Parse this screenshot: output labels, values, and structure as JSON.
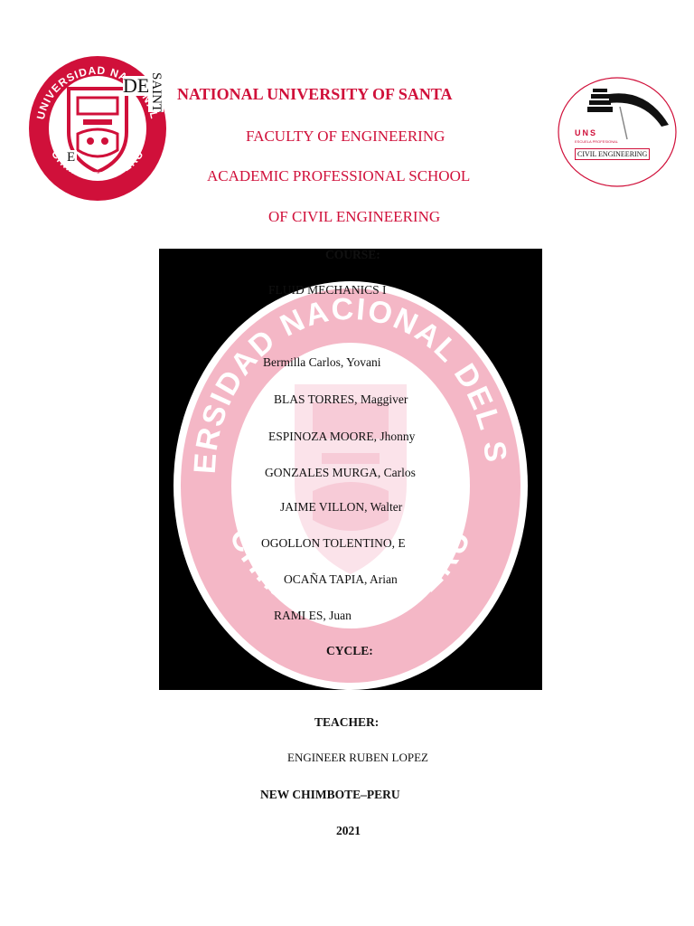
{
  "header": {
    "university": "NATIONAL UNIVERSITY OF SANTA",
    "faculty": "FACULTY OF ENGINEERING",
    "school": "ACADEMIC PROFESSIONAL SCHOOL",
    "school_sub": "OF CIVIL ENGINEERING"
  },
  "logo_left": {
    "ring_text_top": "UNIVERSIDAD NACIONAL",
    "ring_text_bottom": "CHIMBOTE - PERU",
    "overlay_de": "DE",
    "overlay_saint": "SAINT",
    "overlay_e": "E"
  },
  "logo_right": {
    "acronym": "UNS",
    "sub": "ESCUELA PROFESIONAL",
    "label": "CIVIL ENGINEERING"
  },
  "watermark": {
    "ring_top": "UNIVERSIDAD NACIONAL DEL SANTA",
    "ring_bottom": "CHIMBOTE · PERÚ"
  },
  "course": {
    "label": "COURSE:",
    "name": "FLUID MECHANICS I"
  },
  "students": [
    "Bermilla Carlos, Yovani",
    "BLAS TORRES, Maggiver",
    "ESPINOZA MOORE, Jhonny",
    "GONZALES MURGA, Carlos",
    "JAIME VILLON, Walter",
    "OGOLLON TOLENTINO, E",
    "OCAÑA TAPIA, Arian",
    "RAMI    ES, Juan"
  ],
  "cycle": {
    "label": "CYCLE:"
  },
  "teacher": {
    "label": "TEACHER:",
    "name": "ENGINEER RUBEN LOPEZ"
  },
  "location": "NEW CHIMBOTE–PERU",
  "year": "2021",
  "colors": {
    "accent": "#d0103a",
    "watermark_pink": "#f4b7c6"
  }
}
